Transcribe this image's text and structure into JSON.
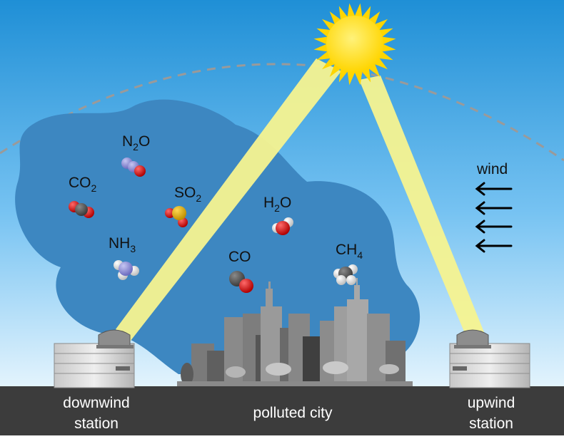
{
  "molecules": {
    "n2o": {
      "prefix": "N",
      "sub": "2",
      "suffix": "O"
    },
    "co2": {
      "prefix": "CO",
      "sub": "2",
      "suffix": ""
    },
    "so2": {
      "prefix": "SO",
      "sub": "2",
      "suffix": ""
    },
    "nh3": {
      "prefix": "NH",
      "sub": "3",
      "suffix": ""
    },
    "h2o": {
      "prefix": "H",
      "sub": "2",
      "suffix": "O"
    },
    "co": {
      "prefix": "CO",
      "sub": "",
      "suffix": ""
    },
    "ch4": {
      "prefix": "CH",
      "sub": "4",
      "suffix": ""
    }
  },
  "wind": {
    "label": "wind"
  },
  "stations": {
    "downwind": {
      "line1": "downwind",
      "line2": "station"
    },
    "upwind": {
      "line1": "upwind",
      "line2": "station"
    }
  },
  "city": {
    "label": "polluted city"
  },
  "colors": {
    "sky_top": "#1f8fd6",
    "sky_bottom": "#dff2fd",
    "cloud": "#3f88c2",
    "sun": "#ffe400",
    "beam": "#f4f28a",
    "ground": "#3c3c3c",
    "oxygen": "#d40000",
    "carbon": "#555555",
    "nitrogen": "#8a8ad6",
    "sulfur": "#d8a400",
    "hydrogen": "#e6e6e6"
  }
}
